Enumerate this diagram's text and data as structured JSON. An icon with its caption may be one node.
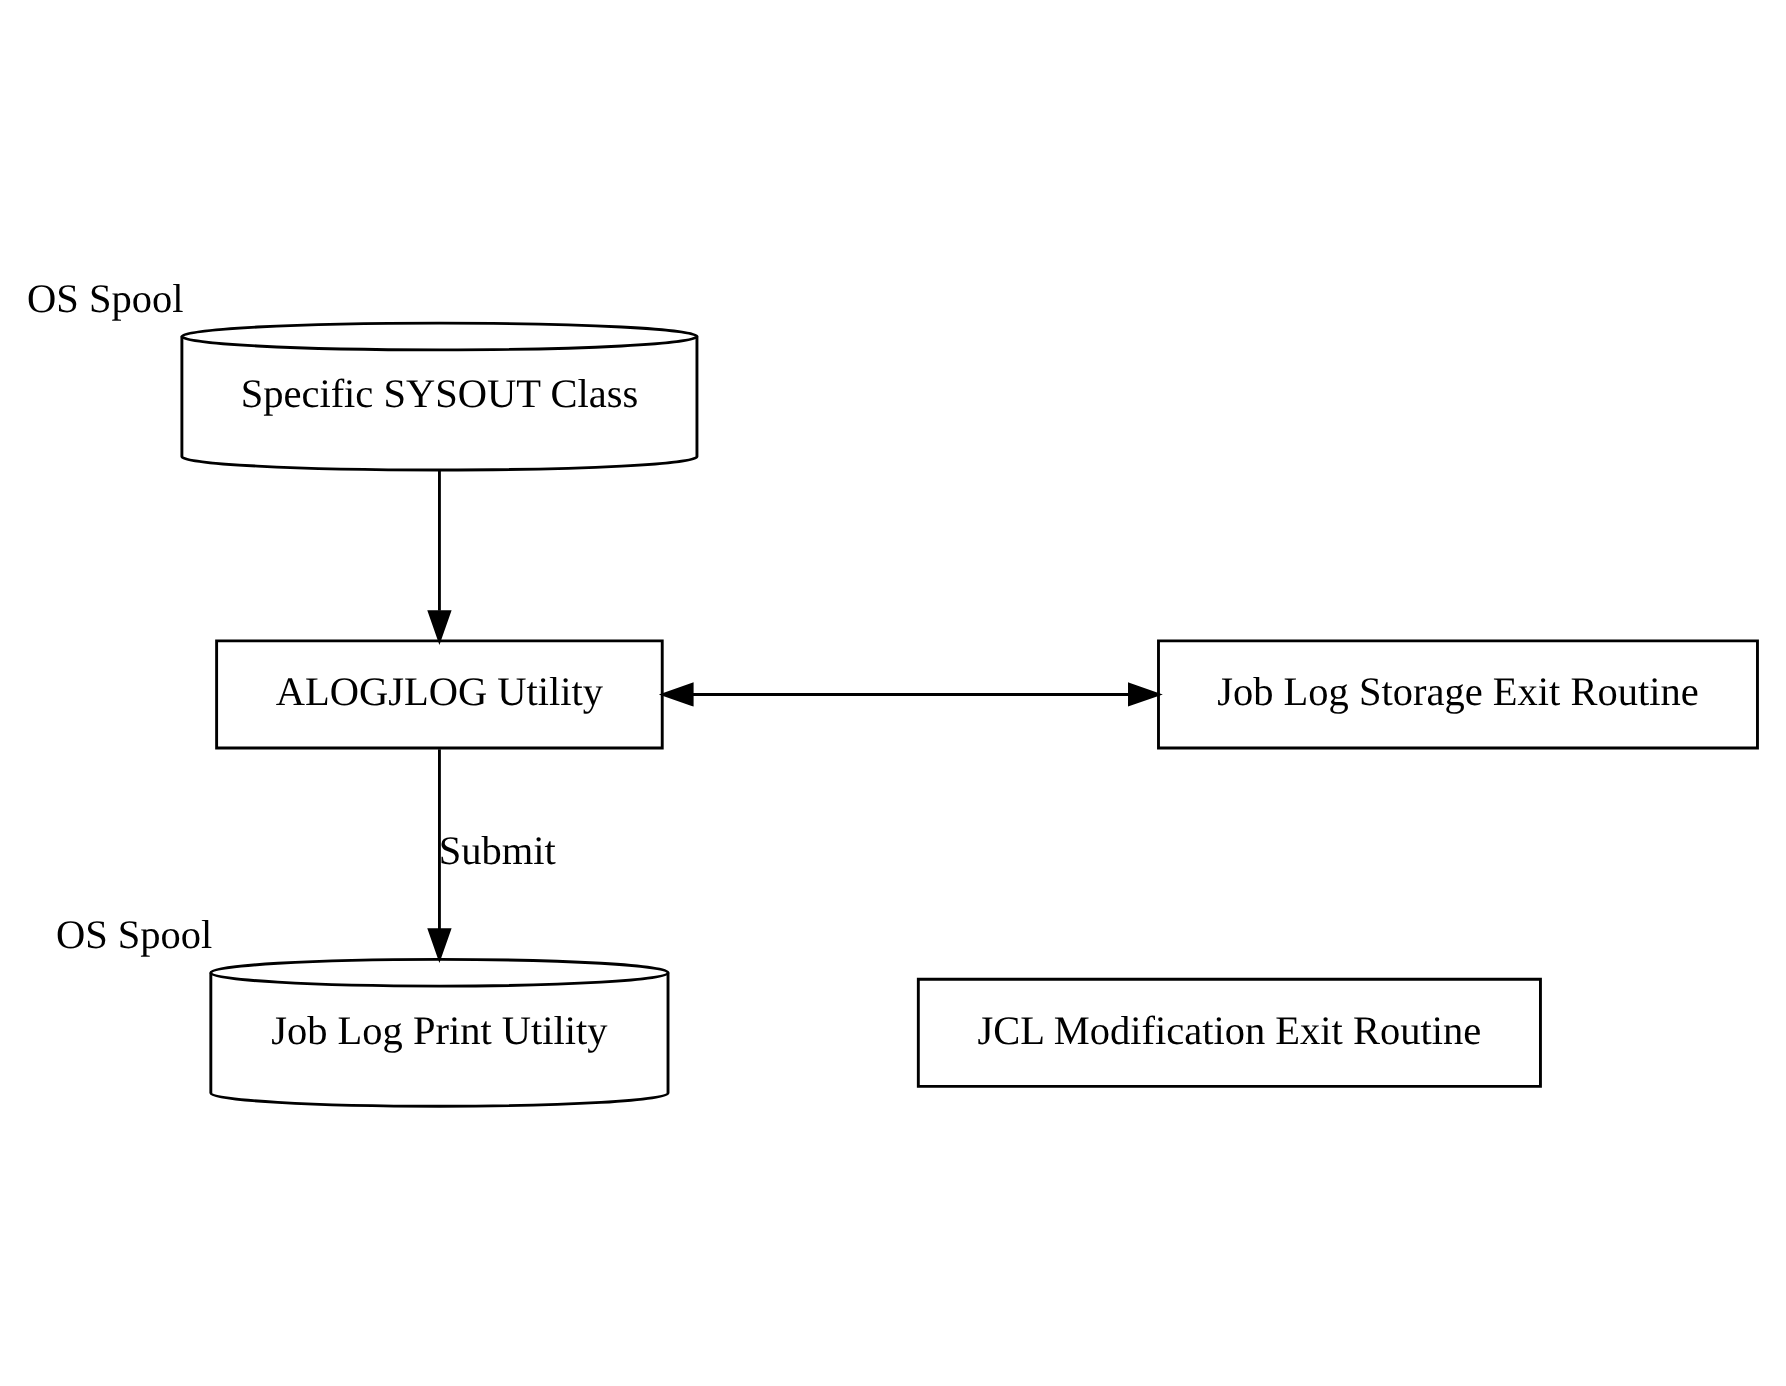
{
  "diagram": {
    "nodes": [
      {
        "text": [
          "Specific SYSOUT Class"
        ],
        "beside": [
          "OS Spool"
        ]
      },
      {
        "text": [
          "ALOGJLOG Utility"
        ]
      },
      {
        "text": [
          "Job Log Storage Exit Routine"
        ]
      },
      {
        "text": [
          "JCL Modification Exit Routine"
        ]
      },
      {
        "text": [
          "Job Log Print Utility"
        ],
        "beside": [
          "OS Spool"
        ]
      }
    ],
    "edges": [
      {
        "from": 0,
        "to": 1,
        "arrow": "to"
      },
      {
        "from": 1,
        "to": 2,
        "arrow": "both"
      },
      {
        "from": 1,
        "to": 4,
        "arrow": "to",
        "label": "Submit"
      }
    ]
  }
}
